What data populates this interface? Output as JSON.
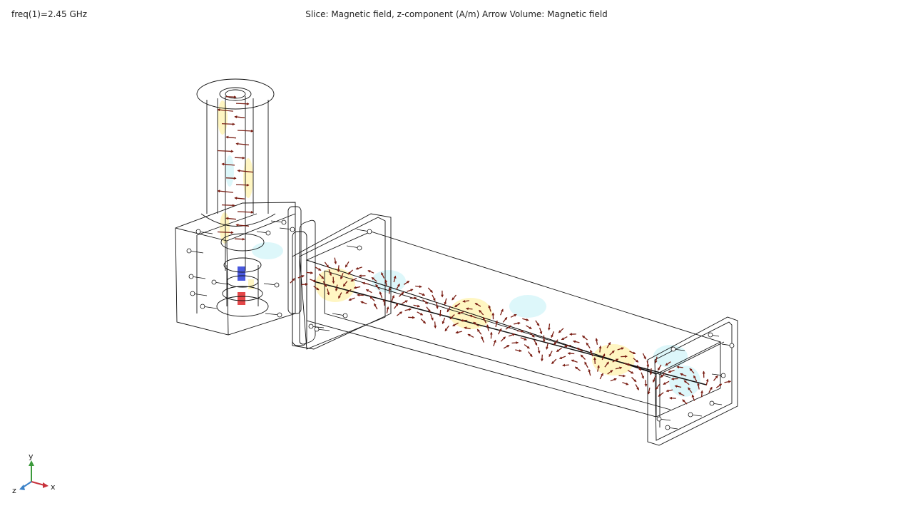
{
  "header": {
    "frequency": "freq(1)=2.45 GHz",
    "plot_title": "Slice: Magnetic field, z-component (A/m)  Arrow Volume: Magnetic field"
  },
  "axes": {
    "x_label": "x",
    "y_label": "y",
    "z_label": "z",
    "x_color": "#c8323c",
    "y_color": "#3c9a3c",
    "z_color": "#3c82c8"
  },
  "colors": {
    "outline": "#111111",
    "arrow": "#7a1e14",
    "slice_positive": "#fff5b8",
    "slice_negative": "#d8f6fa",
    "strong_negative": "#2a3cd8",
    "strong_positive": "#e0282a"
  }
}
